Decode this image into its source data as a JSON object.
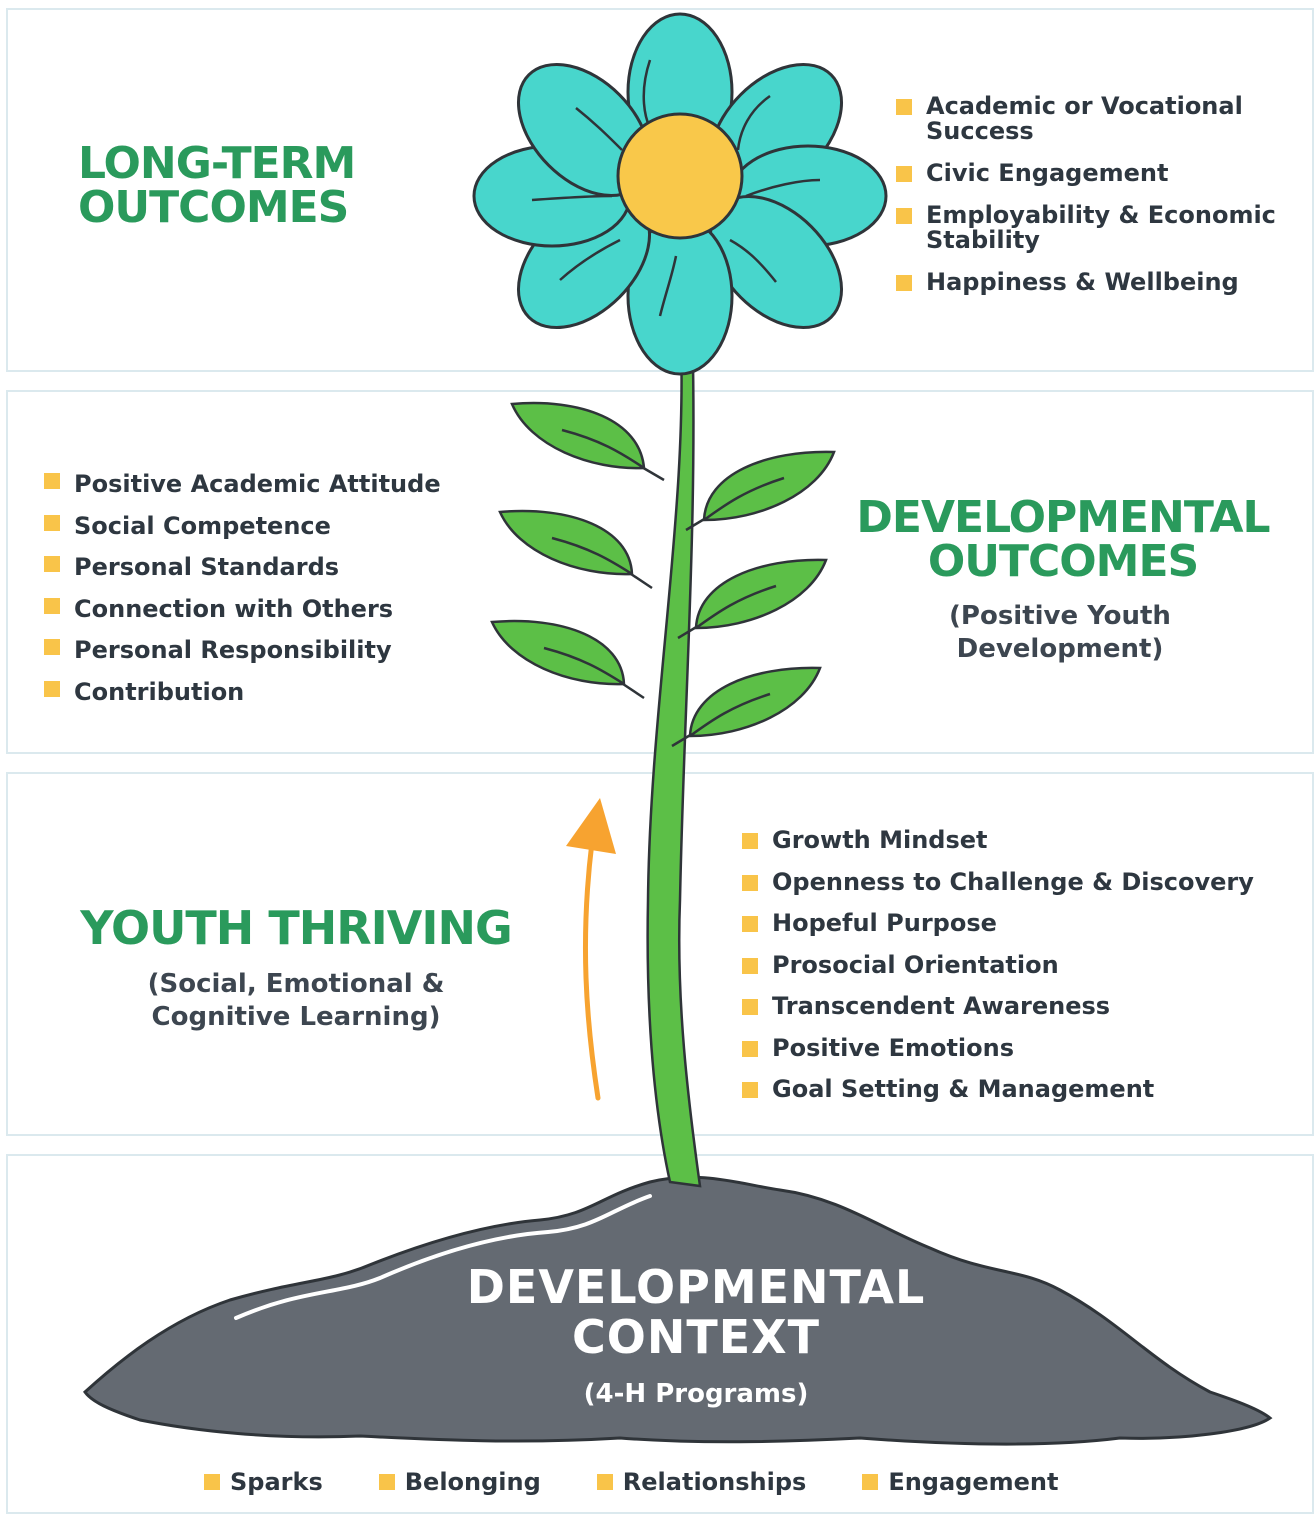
{
  "long_term": {
    "heading_line1": "LONG-TERM",
    "heading_line2": "OUTCOMES",
    "items": [
      {
        "line1": "Academic or Vocational",
        "line2": "Success"
      },
      {
        "line1": "Civic Engagement",
        "line2": ""
      },
      {
        "line1": "Employability & Economic",
        "line2": "Stability"
      },
      {
        "line1": "Happiness & Wellbeing",
        "line2": ""
      }
    ]
  },
  "developmental_outcomes": {
    "heading_line1": "DEVELOPMENTAL",
    "heading_line2": "OUTCOMES",
    "sub_line1": "(Positive Youth",
    "sub_line2": "Development)",
    "items": [
      "Positive Academic Attitude",
      "Social Competence",
      "Personal Standards",
      "Connection with Others",
      "Personal Responsibility",
      "Contribution"
    ]
  },
  "youth_thriving": {
    "heading": "YOUTH THRIVING",
    "sub_line1": "(Social, Emotional &",
    "sub_line2": "Cognitive Learning)",
    "items": [
      "Growth Mindset",
      "Openness to Challenge & Discovery",
      "Hopeful Purpose",
      "Prosocial Orientation",
      "Transcendent Awareness",
      "Positive Emotions",
      "Goal Setting & Management"
    ]
  },
  "developmental_context": {
    "heading_line1": "DEVELOPMENTAL",
    "heading_line2": "CONTEXT",
    "sub": "(4-H Programs)",
    "items": [
      "Sparks",
      "Belonging",
      "Relationships",
      "Engagement"
    ]
  },
  "colors": {
    "heading_green": "#2a9a5c",
    "bullet_yellow": "#f9c449",
    "petal_teal": "#48d6cc",
    "flower_center": "#f9c84a",
    "leaf_green": "#5cbf47",
    "soil_gray": "#646a72",
    "arrow_orange": "#f7a330"
  }
}
